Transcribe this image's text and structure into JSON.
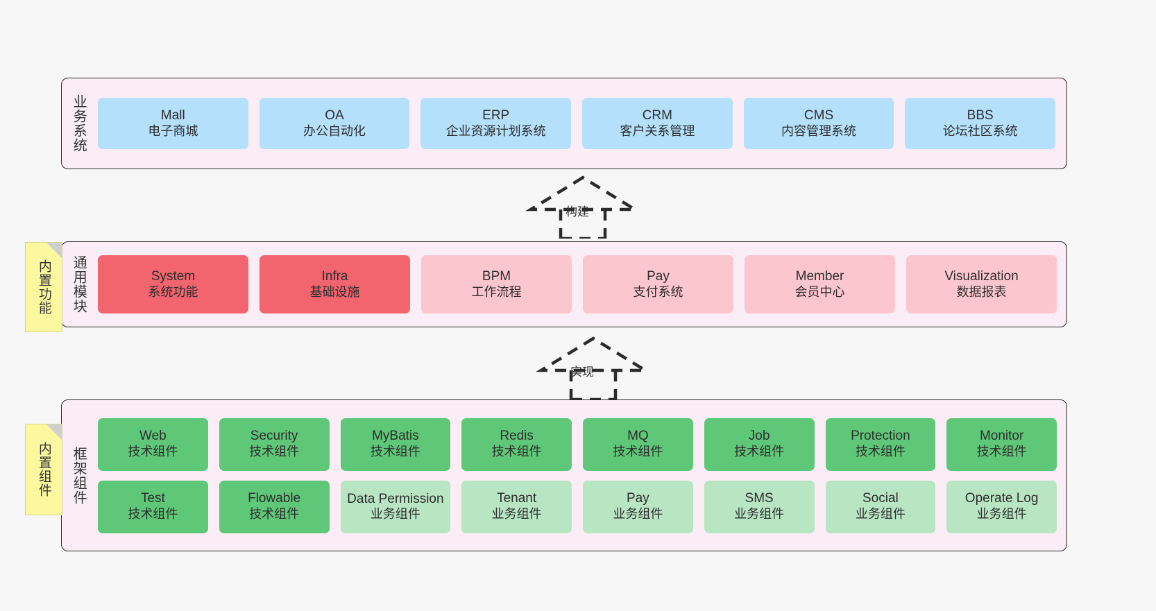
{
  "diagram": {
    "title": "",
    "colors": {
      "layer_bg": "#faedf5",
      "layer_border": "#2b2b2b",
      "business": "#b5e0fb",
      "module_core": "#f2646e",
      "module_plain": "#fcc6ce",
      "tech_component": "#5fc878",
      "biz_component": "#b9e6c2",
      "note": "#fcf8a0",
      "canvas_bg": "#f7f7f7"
    }
  },
  "layers": {
    "business": {
      "title": "业务系统",
      "items": [
        {
          "name": "Mall",
          "desc": "电子商城"
        },
        {
          "name": "OA",
          "desc": "办公自动化"
        },
        {
          "name": "ERP",
          "desc": "企业资源计划系统"
        },
        {
          "name": "CRM",
          "desc": "客户关系管理"
        },
        {
          "name": "CMS",
          "desc": "内容管理系统"
        },
        {
          "name": "BBS",
          "desc": "论坛社区系统"
        }
      ]
    },
    "common": {
      "title": "通用模块",
      "note": "内置功能",
      "items": [
        {
          "name": "System",
          "desc": "系统功能",
          "style": "c-red"
        },
        {
          "name": "Infra",
          "desc": "基础设施",
          "style": "c-red"
        },
        {
          "name": "BPM",
          "desc": "工作流程",
          "style": "c-pink"
        },
        {
          "name": "Pay",
          "desc": "支付系统",
          "style": "c-pink"
        },
        {
          "name": "Member",
          "desc": "会员中心",
          "style": "c-pink"
        },
        {
          "name": "Visualization",
          "desc": "数据报表",
          "style": "c-pink"
        }
      ]
    },
    "framework": {
      "title": "框架组件",
      "note": "内置组件",
      "row1": [
        {
          "name": "Web",
          "desc": "技术组件",
          "style": "c-green"
        },
        {
          "name": "Security",
          "desc": "技术组件",
          "style": "c-green"
        },
        {
          "name": "MyBatis",
          "desc": "技术组件",
          "style": "c-green"
        },
        {
          "name": "Redis",
          "desc": "技术组件",
          "style": "c-green"
        },
        {
          "name": "MQ",
          "desc": "技术组件",
          "style": "c-green"
        },
        {
          "name": "Job",
          "desc": "技术组件",
          "style": "c-green"
        },
        {
          "name": "Protection",
          "desc": "技术组件",
          "style": "c-green"
        },
        {
          "name": "Monitor",
          "desc": "技术组件",
          "style": "c-green"
        }
      ],
      "row2": [
        {
          "name": "Test",
          "desc": "技术组件",
          "style": "c-green"
        },
        {
          "name": "Flowable",
          "desc": "技术组件",
          "style": "c-green"
        },
        {
          "name": "Data Permission",
          "desc": "业务组件",
          "style": "c-lgreen"
        },
        {
          "name": "Tenant",
          "desc": "业务组件",
          "style": "c-lgreen"
        },
        {
          "name": "Pay",
          "desc": "业务组件",
          "style": "c-lgreen"
        },
        {
          "name": "SMS",
          "desc": "业务组件",
          "style": "c-lgreen"
        },
        {
          "name": "Social",
          "desc": "业务组件",
          "style": "c-lgreen"
        },
        {
          "name": "Operate Log",
          "desc": "业务组件",
          "style": "c-lgreen"
        }
      ]
    }
  },
  "arrows": [
    {
      "id": "build",
      "label": "构建",
      "from": "common",
      "to": "business",
      "style": "dashed-generalization"
    },
    {
      "id": "impl",
      "label": "实现",
      "from": "framework",
      "to": "common",
      "style": "dashed-generalization"
    }
  ]
}
